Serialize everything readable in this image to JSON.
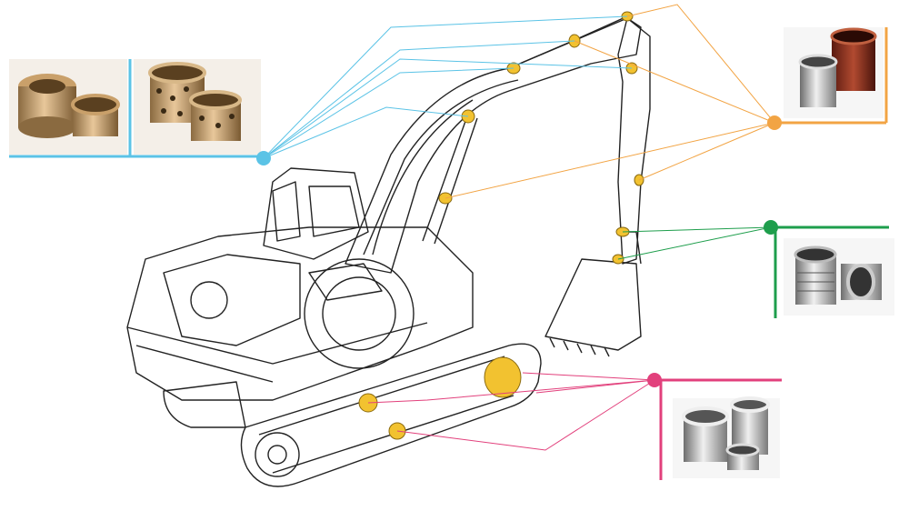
{
  "diagram": {
    "subject": "excavator",
    "callouts": [
      {
        "id": "blue",
        "color": "#5bc3e6",
        "products": [
          "bronze-flanged-bushing-icon",
          "graphite-plugged-bronze-bushing-icon"
        ]
      },
      {
        "id": "orange",
        "color": "#f2a444",
        "products": [
          "du-composite-bushing-icon"
        ]
      },
      {
        "id": "green",
        "color": "#1e9e4c",
        "products": [
          "steel-grooved-bushing-icon"
        ]
      },
      {
        "id": "pink",
        "color": "#e2407c",
        "products": [
          "steel-flanged-bushing-icon"
        ]
      }
    ],
    "line_color": "#222222",
    "highlight_color": "#f2c230"
  }
}
